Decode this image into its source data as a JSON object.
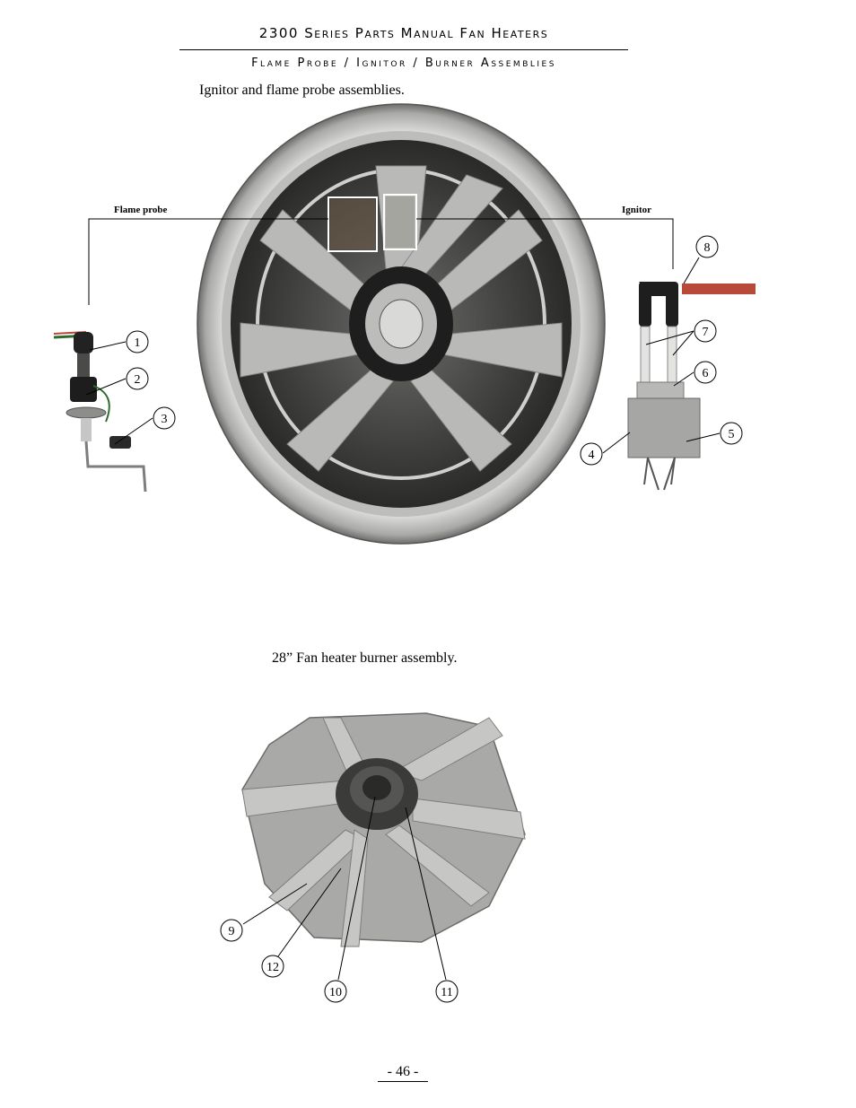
{
  "header": {
    "title": "2300 Series Parts Manual  Fan Heaters",
    "subtitle": "Flame Probe / Ignitor / Burner Assemblies"
  },
  "figure1": {
    "caption": "Ignitor and flame probe assemblies.",
    "label_left": "Flame probe",
    "label_right": "Ignitor",
    "callouts": [
      "1",
      "2",
      "3",
      "4",
      "5",
      "6",
      "7",
      "8"
    ]
  },
  "figure2": {
    "caption": "28”  Fan heater burner assembly.",
    "callouts": [
      "9",
      "10",
      "11",
      "12"
    ]
  },
  "footer": {
    "page_number": "- 46 -"
  },
  "colors": {
    "steel": "#b8b8b6",
    "dark_ring": "#2e2e2e",
    "wire_red": "#b84a3a"
  }
}
